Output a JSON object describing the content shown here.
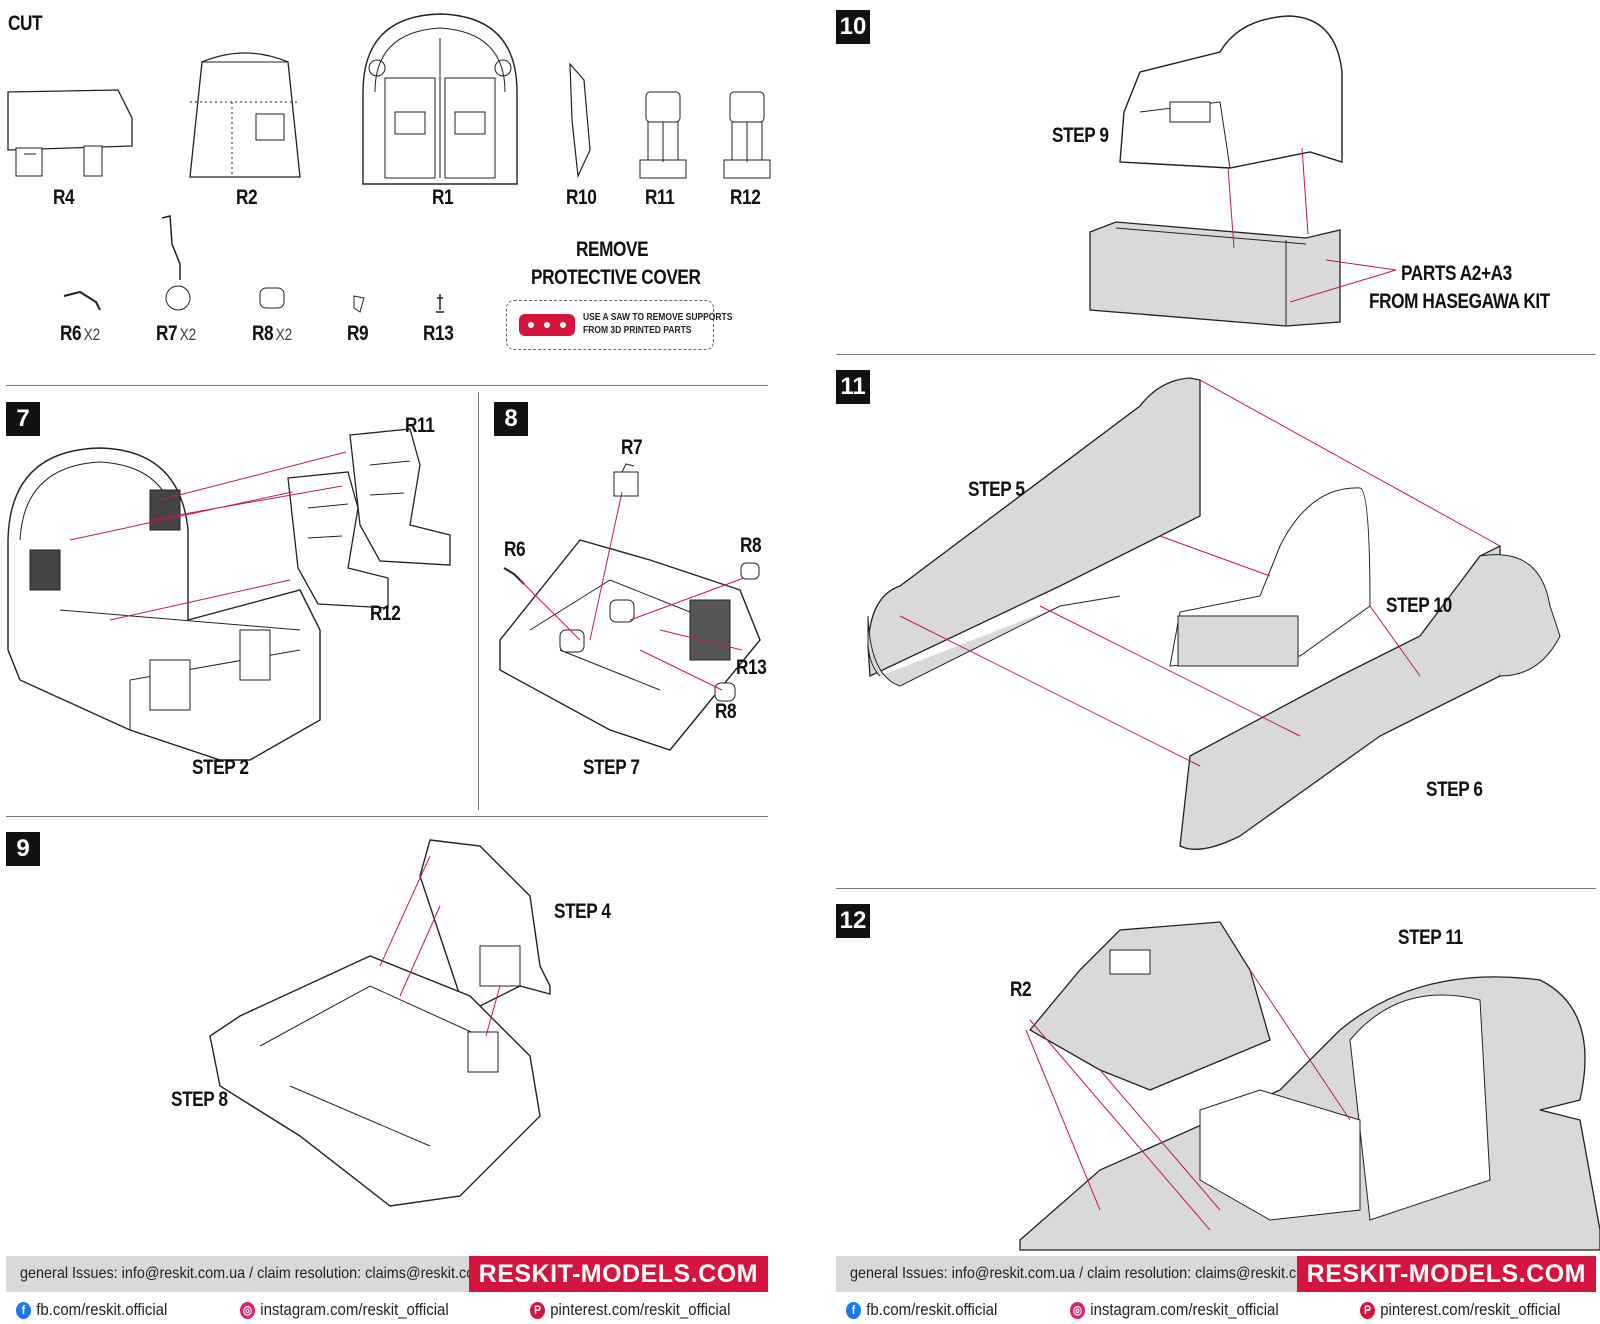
{
  "cut_heading": "CUT",
  "parts_top": [
    {
      "id": "R4"
    },
    {
      "id": "R2"
    },
    {
      "id": "R1"
    },
    {
      "id": "R10"
    },
    {
      "id": "R11"
    },
    {
      "id": "R12"
    }
  ],
  "parts_small": [
    {
      "id": "R6",
      "mult": "X2"
    },
    {
      "id": "R7",
      "mult": "X2"
    },
    {
      "id": "R8",
      "mult": "X2"
    },
    {
      "id": "R9",
      "mult": ""
    },
    {
      "id": "R13",
      "mult": ""
    }
  ],
  "remove_cover": {
    "line1": "REMOVE",
    "line2": "PROTECTIVE COVER"
  },
  "saw_note": {
    "line1": "USE A SAW TO REMOVE SUPPORTS",
    "line2": "FROM 3D PRINTED PARTS"
  },
  "steps": {
    "s7": {
      "number": "7",
      "labels": {
        "r11": "R11",
        "r12": "R12",
        "base": "STEP 2"
      }
    },
    "s8": {
      "number": "8",
      "labels": {
        "r7": "R7",
        "r6": "R6",
        "r8a": "R8",
        "r13": "R13",
        "r8b": "R8",
        "base": "STEP 7"
      }
    },
    "s9": {
      "number": "9",
      "labels": {
        "step4": "STEP 4",
        "step8": "STEP 8"
      }
    },
    "s10": {
      "number": "10",
      "labels": {
        "step9": "STEP 9",
        "parts_line1": "PARTS A2+A3",
        "parts_line2": "FROM HASEGAWA KIT"
      }
    },
    "s11": {
      "number": "11",
      "labels": {
        "step5": "STEP 5",
        "step10": "STEP 10",
        "step6": "STEP 6"
      }
    },
    "s12": {
      "number": "12",
      "labels": {
        "r2": "R2",
        "step11": "STEP 11"
      }
    }
  },
  "footer": {
    "email": "general Issues: info@reskit.com.ua / claim resolution: claims@reskit.com.ua",
    "brand": "RESKIT-MODELS.COM",
    "facebook": "fb.com/reskit.official",
    "instagram": "instagram.com/reskit_official",
    "pinterest": "pinterest.com/reskit_official"
  },
  "colors": {
    "accent": "#d4143c",
    "part_fill": "#d9d9d9",
    "guide_line": "#c2185b"
  },
  "icons": {
    "facebook": "facebook-icon",
    "instagram": "instagram-icon",
    "pinterest": "pinterest-icon"
  }
}
